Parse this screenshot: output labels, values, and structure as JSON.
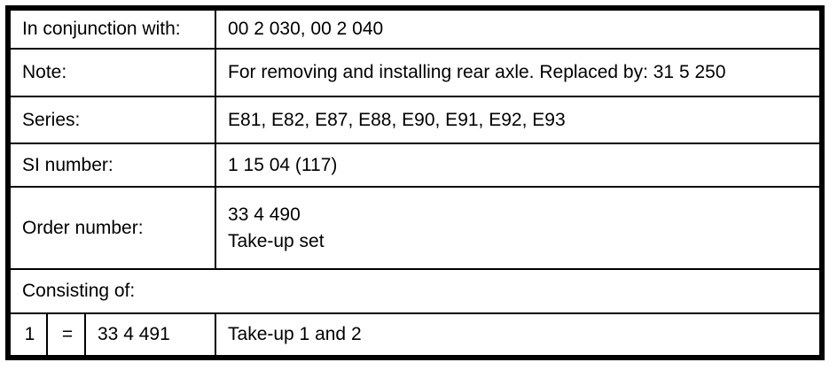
{
  "colors": {
    "border": "#000000",
    "text": "#000000",
    "background": "#ffffff"
  },
  "doc": {
    "rows": [
      {
        "label": "In conjunction with:",
        "value": "00 2 030, 00 2 040"
      },
      {
        "label": "Note:",
        "value": "For removing and installing rear axle. Replaced by: 31 5 250"
      },
      {
        "label": "Series:",
        "value": "E81, E82, E87, E88, E90, E91, E92, E93"
      },
      {
        "label": "SI number:",
        "value": "1 15 04 (117)"
      },
      {
        "label": "Order number:",
        "value_lines": [
          "33 4 490",
          "Take-up set"
        ]
      }
    ],
    "section_header": "Consisting of:",
    "item": {
      "index": "1",
      "equals": "=",
      "part_number": "33 4 491",
      "description": "Take-up 1 and 2"
    }
  }
}
